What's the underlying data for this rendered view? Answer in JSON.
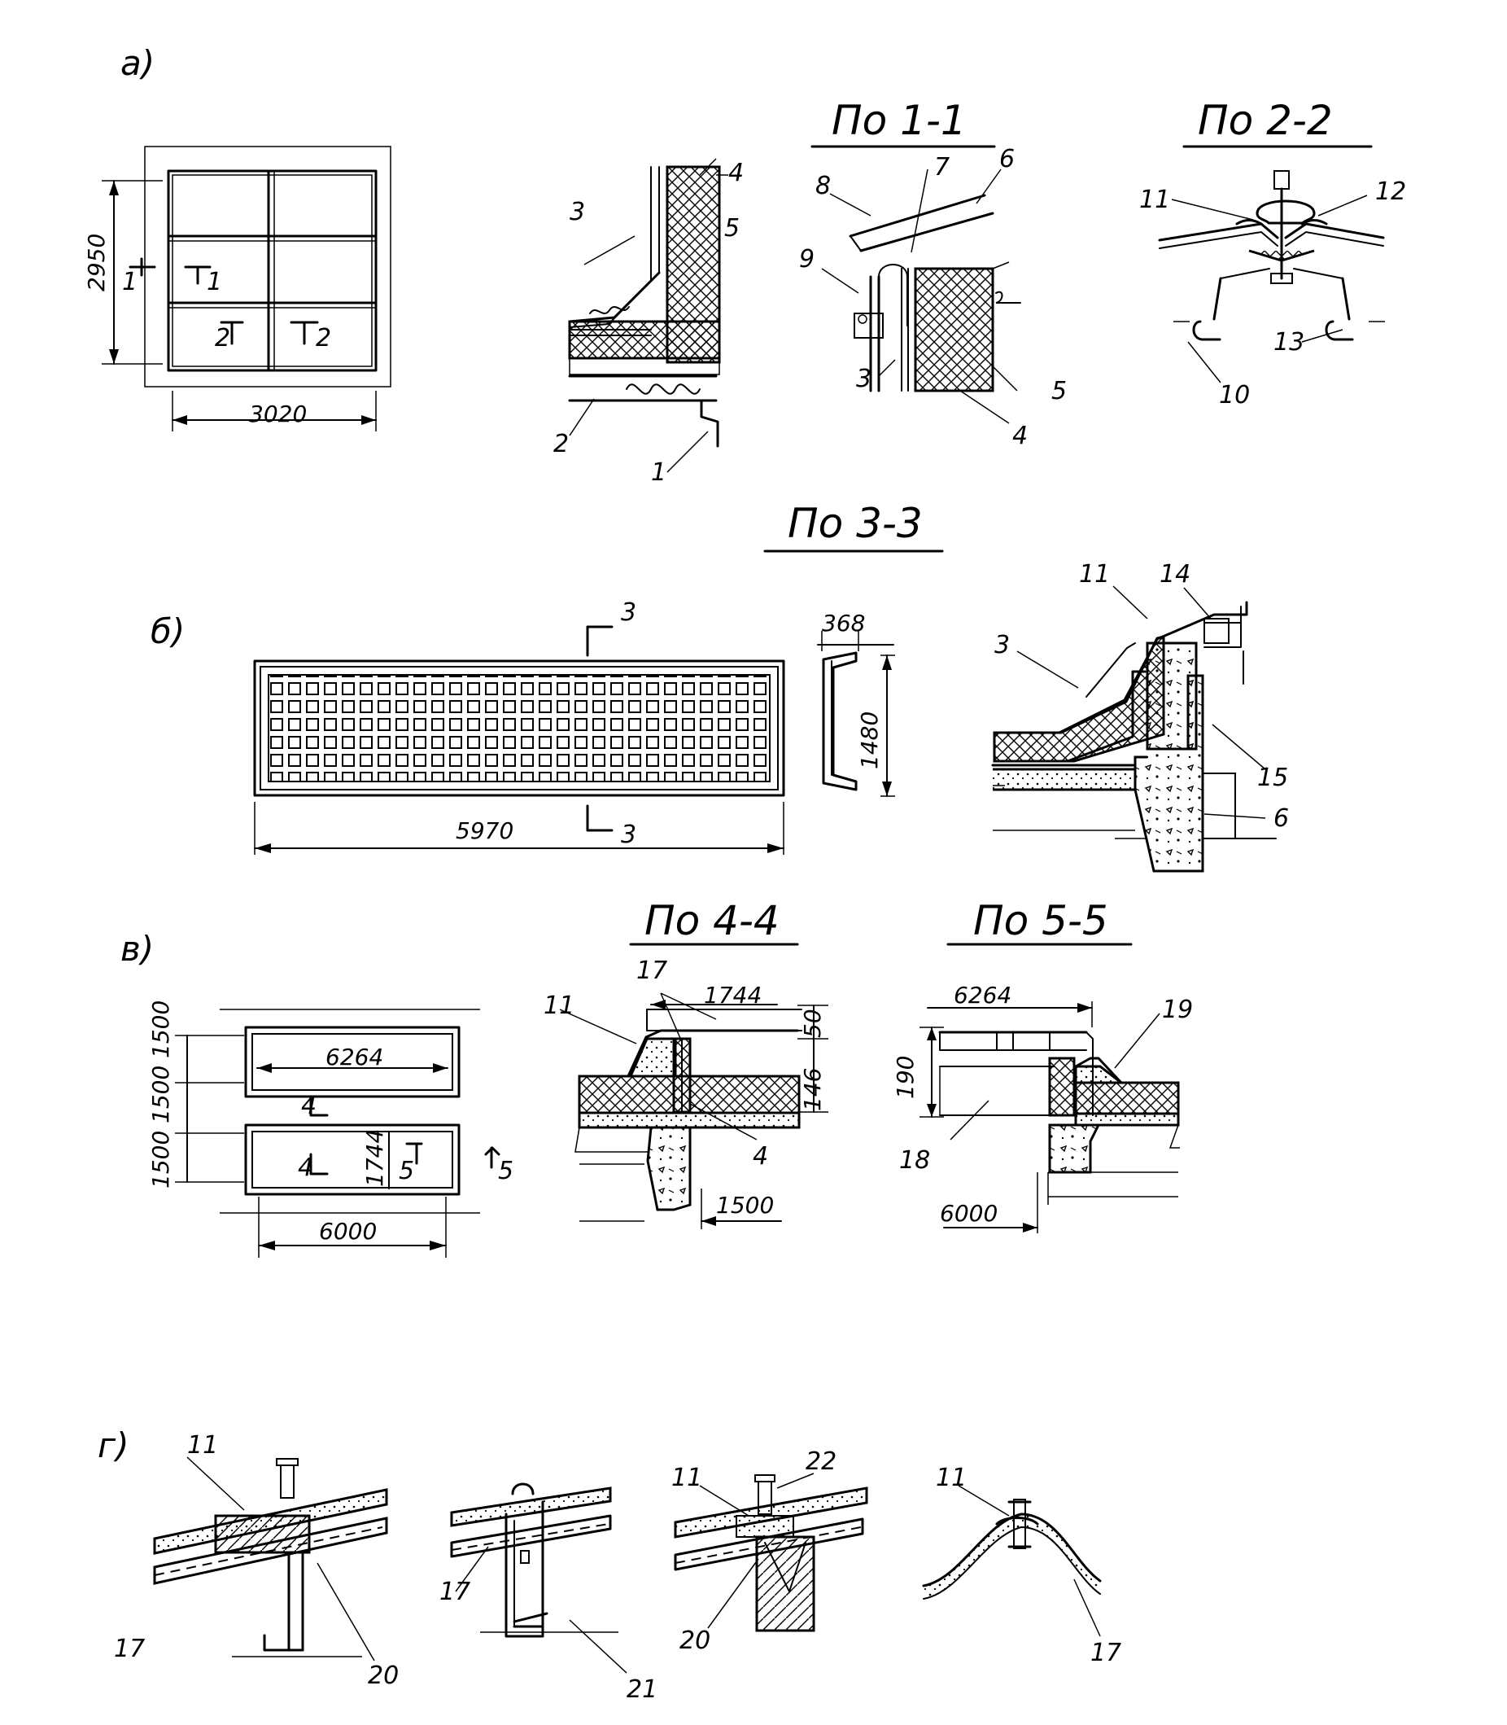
{
  "parts": {
    "a": "а)",
    "b": "б)",
    "v": "в)",
    "g": "г)"
  },
  "titles": {
    "s11": "По 1-1",
    "s22": "По 2-2",
    "s33": "По 3-3",
    "s44": "По 4-4",
    "s55": "По 5-5"
  },
  "dims": {
    "a_height": "2950",
    "a_width": "3020",
    "b_length": "5970",
    "b_depth": "368",
    "b_height": "1480",
    "v_len_top": "6264",
    "v_h1": "1500",
    "v_h2": "1500",
    "v_h3": "1500",
    "v_inner": "1744",
    "v_len_bottom": "6000",
    "s44_top": "1744",
    "s44_h1": "50",
    "s44_h2": "146",
    "s44_base": "1500",
    "s55_top": "6264",
    "s55_h": "190",
    "s55_base": "6000"
  },
  "marks": {
    "m1": "1",
    "m2": "2",
    "m3": "3",
    "m4": "4",
    "m5": "5",
    "m6": "6",
    "m7": "7",
    "m8": "8",
    "m9": "9",
    "m10": "10",
    "m11": "11",
    "m12": "12",
    "m13": "13",
    "m14": "14",
    "m15": "15",
    "m17": "17",
    "m18": "18",
    "m19": "19",
    "m20": "20",
    "m21": "21",
    "m22": "22"
  }
}
